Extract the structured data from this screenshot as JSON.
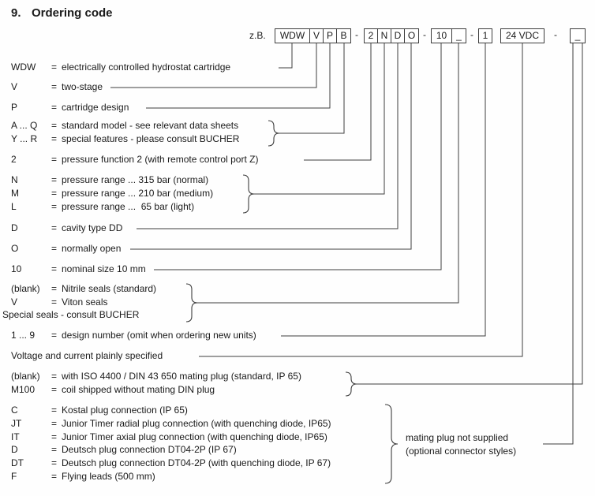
{
  "title": {
    "number": "9.",
    "text": "Ordering code"
  },
  "example_label": "z.B.",
  "separator": "-",
  "boxes": [
    {
      "label": "WDW"
    },
    {
      "label": "V"
    },
    {
      "label": "P"
    },
    {
      "label": "B"
    },
    {
      "label": "2"
    },
    {
      "label": "N"
    },
    {
      "label": "D"
    },
    {
      "label": "O"
    },
    {
      "label": "10"
    },
    {
      "label": "_"
    },
    {
      "label": "1"
    },
    {
      "label": "24 VDC"
    },
    {
      "label": "_"
    }
  ],
  "rows": [
    {
      "code": "WDW",
      "eq": "=",
      "desc": "electrically controlled hydrostat cartridge"
    },
    {
      "code": "V",
      "eq": "=",
      "desc": "two-stage"
    },
    {
      "code": "P",
      "eq": "=",
      "desc": "cartridge design"
    },
    {
      "code": "A ... Q",
      "eq": "=",
      "desc": "standard model - see relevant data sheets"
    },
    {
      "code": "Y ... R",
      "eq": "=",
      "desc": "special features - please consult BUCHER"
    },
    {
      "code": "2",
      "eq": "=",
      "desc": "pressure function 2 (with remote control port Z)"
    },
    {
      "code": "N",
      "eq": "=",
      "desc": "pressure range ... 315 bar (normal)"
    },
    {
      "code": "M",
      "eq": "=",
      "desc": "pressure range ... 210 bar (medium)"
    },
    {
      "code": "L",
      "eq": "=",
      "desc": "pressure range ...  65 bar (light)"
    },
    {
      "code": "D",
      "eq": "=",
      "desc": "cavity type DD"
    },
    {
      "code": "O",
      "eq": "=",
      "desc": "normally open"
    },
    {
      "code": "10",
      "eq": "=",
      "desc": "nominal size 10 mm"
    },
    {
      "code": "(blank)",
      "eq": "=",
      "desc": "Nitrile seals (standard)"
    },
    {
      "code": "V",
      "eq": "=",
      "desc": "Viton seals"
    },
    {
      "code": "",
      "eq": "",
      "desc": "Special seals - consult BUCHER"
    },
    {
      "code": "1 ... 9",
      "eq": "=",
      "desc": "design number (omit when ordering new units)"
    },
    {
      "code": "",
      "eq": "",
      "desc": "Voltage and current plainly specified"
    },
    {
      "code": "(blank)",
      "eq": "=",
      "desc": "with ISO 4400 / DIN 43 650 mating plug (standard, IP 65)"
    },
    {
      "code": "M100",
      "eq": "=",
      "desc": "coil shipped without mating DIN plug"
    },
    {
      "code": "C",
      "eq": "=",
      "desc": "Kostal plug connection (IP 65)"
    },
    {
      "code": "JT",
      "eq": "=",
      "desc": "Junior Timer radial plug connection (with quenching diode, IP65)"
    },
    {
      "code": "IT",
      "eq": "=",
      "desc": "Junior Timer axial plug connection (with quenching diode, IP65)"
    },
    {
      "code": "D",
      "eq": "=",
      "desc": "Deutsch plug connection DT04-2P (IP 67)"
    },
    {
      "code": "DT",
      "eq": "=",
      "desc": "Deutsch plug connection DT04-2P (with quenching diode, IP 67)"
    },
    {
      "code": "F",
      "eq": "=",
      "desc": "Flying leads (500 mm)"
    }
  ],
  "side_note": {
    "line1": "mating plug not supplied",
    "line2": "(optional connector styles)"
  },
  "colors": {
    "text": "#1a1a1a",
    "line": "#3d3d3d",
    "background": "#fefefe"
  }
}
